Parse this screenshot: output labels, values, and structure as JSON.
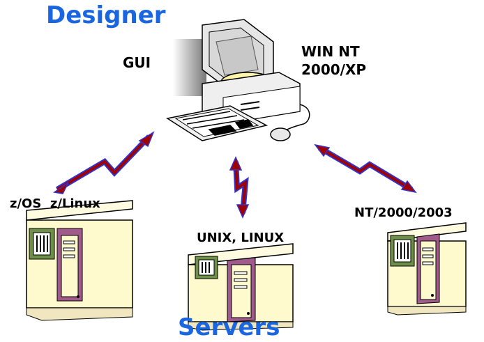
{
  "title": "Designer",
  "client": {
    "gui_label": "GUI",
    "os_line1": "WIN NT",
    "os_line2": "2000/XP"
  },
  "servers": [
    {
      "label": "z/OS  z/Linux"
    },
    {
      "label": "UNIX, LINUX"
    },
    {
      "label": "NT/2000/2003"
    }
  ],
  "footer": "Servers",
  "colors": {
    "heading": "#1a66e0",
    "arrow_fill": "#a00000",
    "arrow_outline": "#3333cc",
    "server_body": "#fffacd",
    "server_accent": "#a05a8c",
    "server_grid": "#6e8f4a"
  },
  "icons": [
    "computer-icon",
    "server-icon",
    "bidirectional-lightning-arrow"
  ]
}
